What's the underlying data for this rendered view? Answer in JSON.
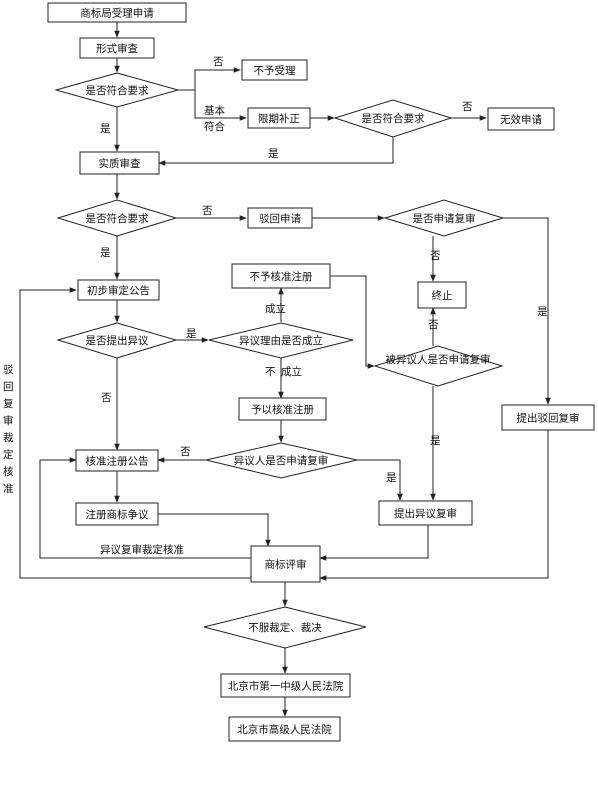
{
  "nodes": {
    "n_accept_apply": "商标局受理申请",
    "n_formal_review": "形式审查",
    "d_meet_req_1": "是否符合要求",
    "n_not_accepted": "不予受理",
    "n_correct_in_time": "限期补正",
    "d_meet_req_2": "是否符合要求",
    "n_invalid_apply": "无效申请",
    "n_substantive_review": "实质审查",
    "d_meet_req_3": "是否符合要求",
    "n_reject_apply": "驳回申请",
    "d_apply_review_1": "是否申请复审",
    "n_terminate": "终止",
    "n_not_approve_reg": "不予核准注册",
    "n_prelim_announce": "初步审定公告",
    "d_opposition": "是否提出异议",
    "d_opp_reason": "异议理由是否成立",
    "d_opposed_party_review": "被异议人是否申请复审",
    "n_approve_reg": "予以核准注册",
    "n_reject_review": "提出驳回复审",
    "n_approve_reg_announce": "核准注册公告",
    "d_opponent_review": "异议人是否申请复审",
    "n_reg_dispute": "注册商标争议",
    "n_opp_review": "提出异议复审",
    "n_trab": "商标评审",
    "d_dissatisfied": "不服裁定、裁决",
    "n_beijing_1st": "北京市第一中级人民法院",
    "n_beijing_high": "北京市高级人民法院"
  },
  "edge_labels": {
    "no_1": "否",
    "basic_1": "基本",
    "basic_2": "符合",
    "yes_1": "是",
    "no_2": "否",
    "yes_2": "是",
    "no_3": "否",
    "yes_3": "是",
    "no_4": "否",
    "yes_4": "是",
    "yes_5": "是",
    "established": "成立",
    "not_established_1": "不",
    "not_established_2": "成立",
    "no_5": "否",
    "no_6": "否",
    "yes_6": "是",
    "no_7": "否",
    "yes_7": "是",
    "opp_review_approved": "异议复审裁定核准",
    "left_vertical": [
      "驳",
      "回",
      "复",
      "审",
      "裁",
      "定",
      "核",
      "准"
    ]
  }
}
